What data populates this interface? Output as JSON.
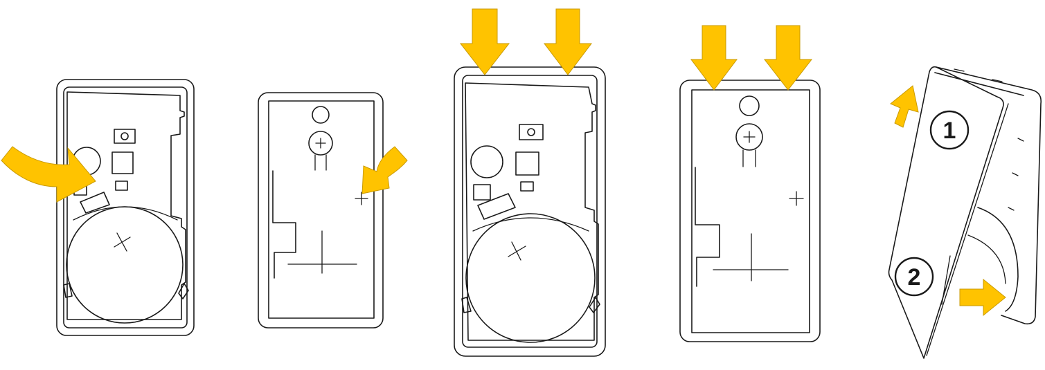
{
  "colors": {
    "arrow": "#FFC300",
    "ink": "#1a1a1a",
    "background": "#ffffff"
  },
  "steps": [
    {
      "id": "step-1",
      "arrow_count": 1,
      "view": "open-with-battery"
    },
    {
      "id": "step-2",
      "arrow_count": 1,
      "view": "back-cover-inside"
    },
    {
      "id": "step-3",
      "arrow_count": 2,
      "view": "press-closed-with-battery"
    },
    {
      "id": "step-4",
      "arrow_count": 2,
      "view": "press-back-cover"
    },
    {
      "id": "step-5",
      "arrow_count": 2,
      "view": "open-cover-perspective"
    }
  ],
  "labels": {
    "step5_first": "1",
    "step5_second": "2"
  }
}
